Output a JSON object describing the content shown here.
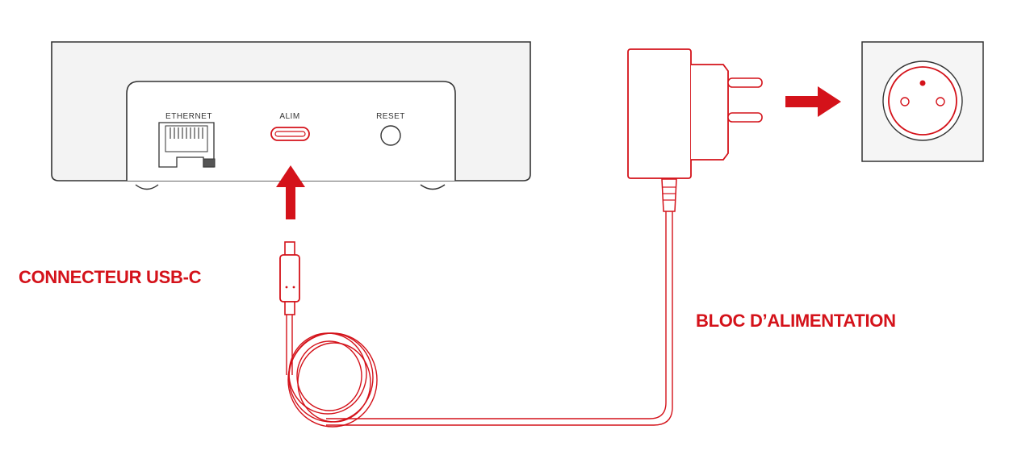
{
  "colors": {
    "accent": "#d4121a",
    "line": "#333333",
    "device_fill": "#f3f3f3",
    "outlet_fill": "#f5f5f5"
  },
  "device": {
    "ports": {
      "ethernet": "ETHERNET",
      "alim": "ALIM",
      "reset": "RESET"
    }
  },
  "labels": {
    "usb_connector": "CONNECTEUR USB-C",
    "power_block": "BLOC D’ALIMENTATION"
  },
  "icons": [
    "ethernet-port-icon",
    "usb-c-port-icon",
    "reset-button-icon",
    "up-arrow-icon",
    "right-arrow-icon",
    "usb-c-plug-icon",
    "power-adapter-icon",
    "wall-outlet-icon"
  ]
}
